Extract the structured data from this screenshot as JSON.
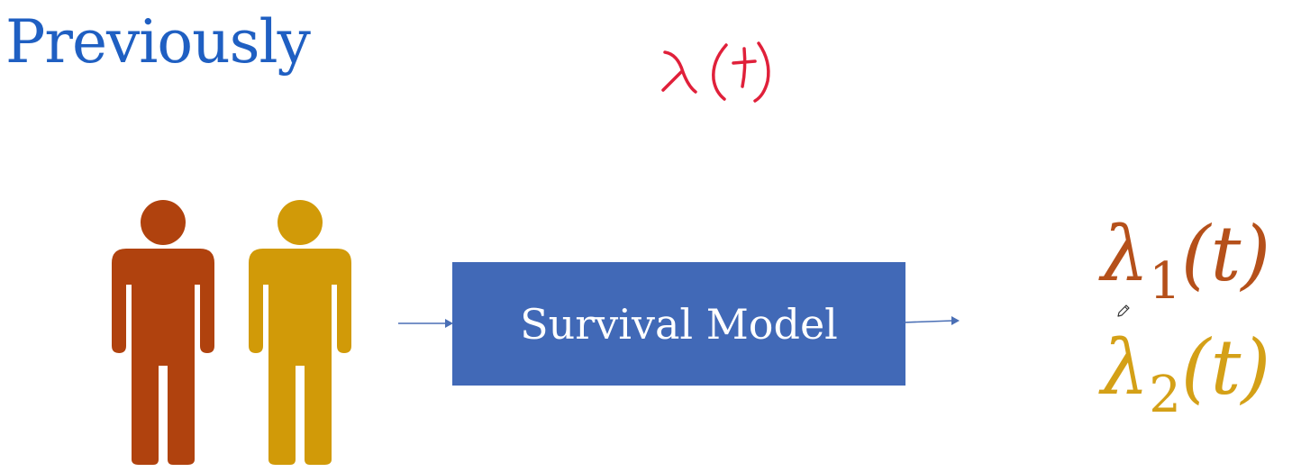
{
  "slide": {
    "title": "Previously"
  },
  "annotation": {
    "text": "λ(t)",
    "color": "#e0203a"
  },
  "people": [
    {
      "color": "#b0420e"
    },
    {
      "color": "#d19a08"
    }
  ],
  "model": {
    "label": "Survival Model",
    "fill": "#4169b7"
  },
  "outputs": [
    {
      "symbol": "λ",
      "subscript": "1",
      "arg": "(t)",
      "color": "#b5501a"
    },
    {
      "symbol": "λ",
      "subscript": "2",
      "arg": "(t)",
      "color": "#d4a017"
    }
  ],
  "arrow_color": "#4a6fb5"
}
